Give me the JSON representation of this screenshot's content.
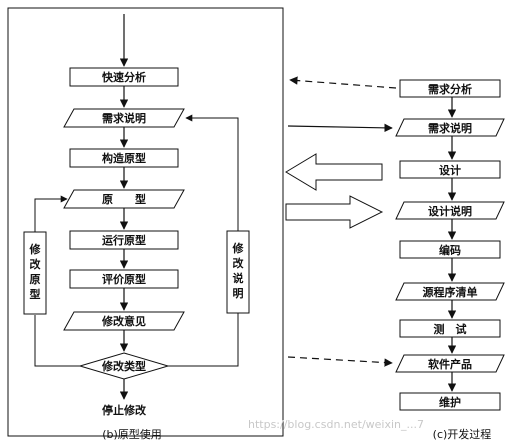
{
  "prototype_panel": {
    "caption": "(b)原型使用",
    "steps": [
      {
        "id": "quick_analysis",
        "label": "快速分析"
      },
      {
        "id": "req_spec",
        "label": "需求说明"
      },
      {
        "id": "build_prototype",
        "label": "构造原型"
      },
      {
        "id": "prototype",
        "label": "原　　型"
      },
      {
        "id": "run_prototype",
        "label": "运行原型"
      },
      {
        "id": "evaluate_prototype",
        "label": "评价原型"
      },
      {
        "id": "modify_opinion",
        "label": "修改意见"
      },
      {
        "id": "modify_type",
        "label": "修改类型"
      },
      {
        "id": "stop_modify",
        "label": "停止修改"
      }
    ],
    "side_left": "修改原型",
    "side_right": "修改说明"
  },
  "dev_process": {
    "caption": "(c)开发过程",
    "steps": [
      {
        "id": "requirement_analysis",
        "label": "需求分析"
      },
      {
        "id": "requirement_spec",
        "label": "需求说明"
      },
      {
        "id": "design",
        "label": "设计"
      },
      {
        "id": "design_spec",
        "label": "设计说明"
      },
      {
        "id": "coding",
        "label": "编码"
      },
      {
        "id": "source_listing",
        "label": "源程序清单"
      },
      {
        "id": "testing",
        "label": "测　试"
      },
      {
        "id": "software_product",
        "label": "软件产品"
      },
      {
        "id": "maintenance",
        "label": "维护"
      }
    ]
  },
  "watermark": "https://blog.csdn.net/weixin_...7"
}
